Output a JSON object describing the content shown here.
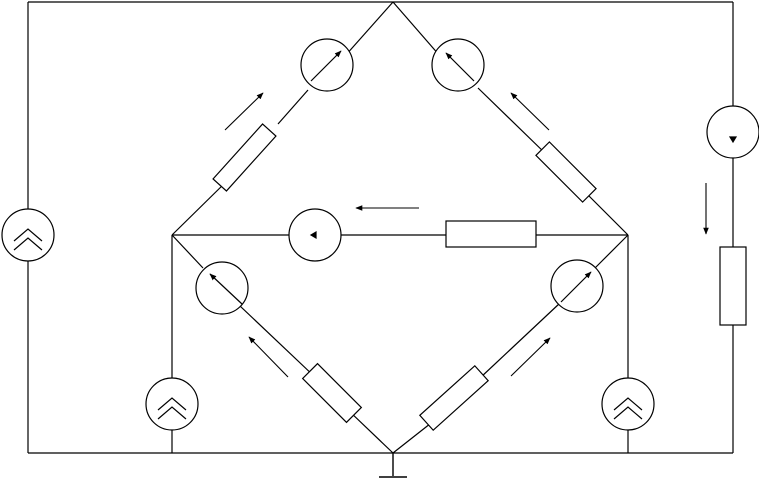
{
  "diagram": {
    "type": "circuit-schematic",
    "colors": {
      "background": "#ffffff",
      "stroke": "#000000"
    },
    "components": {
      "wires": "wire-line",
      "ground": "ground-symbol",
      "resistors": "resistor-symbol",
      "voltage_sources": "double-chevron-source-icon",
      "current_sources": "arrow-in-circle-source-icon",
      "dependent_sources": "small-arrow-source-icon",
      "direction_arrows": "current-direction-arrow"
    }
  }
}
